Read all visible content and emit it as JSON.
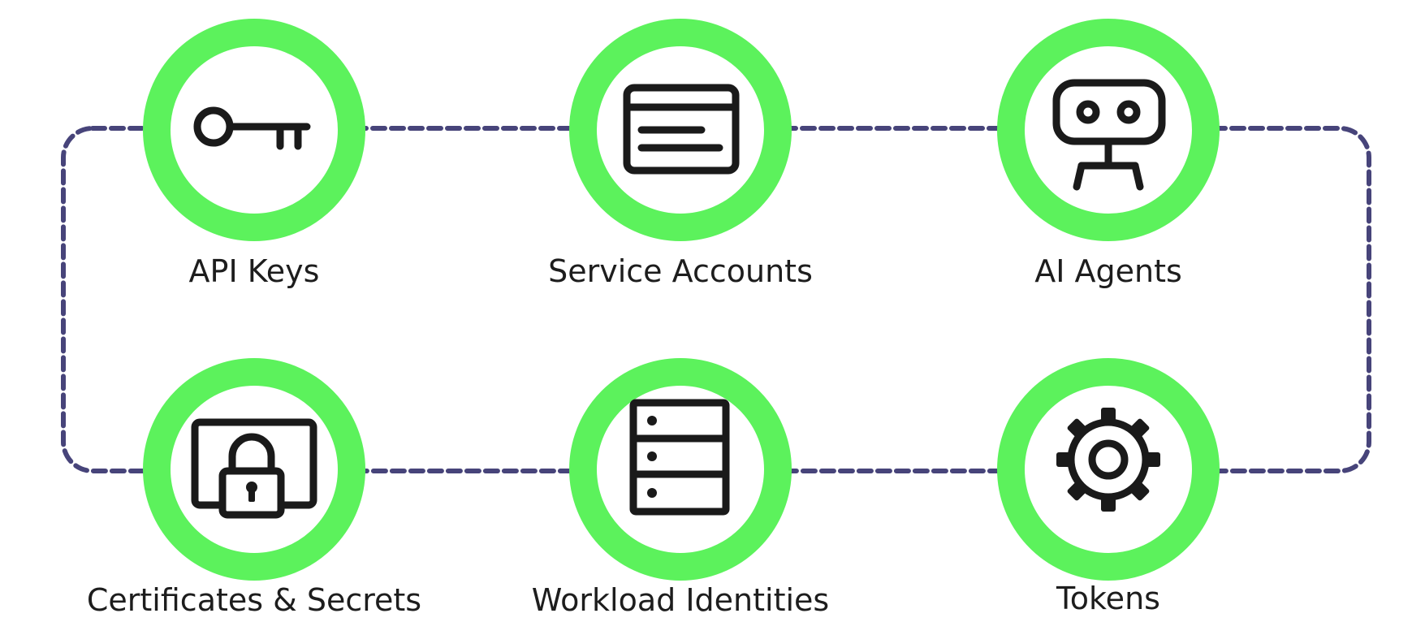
{
  "colors": {
    "ring": "#5cf25c",
    "connector": "#47447a",
    "icon": "#1a1a1a",
    "label": "#1d1d1d",
    "background": "#ffffff"
  },
  "nodes": [
    {
      "label": "API Keys",
      "icon": "key-icon"
    },
    {
      "label": "Service Accounts",
      "icon": "window-card-icon"
    },
    {
      "label": "AI Agents",
      "icon": "robot-icon"
    },
    {
      "label": "Certificates & Secrets",
      "icon": "monitor-lock-icon"
    },
    {
      "label": "Workload Identities",
      "icon": "server-stack-icon"
    },
    {
      "label": "Tokens",
      "icon": "gear-icon"
    }
  ]
}
